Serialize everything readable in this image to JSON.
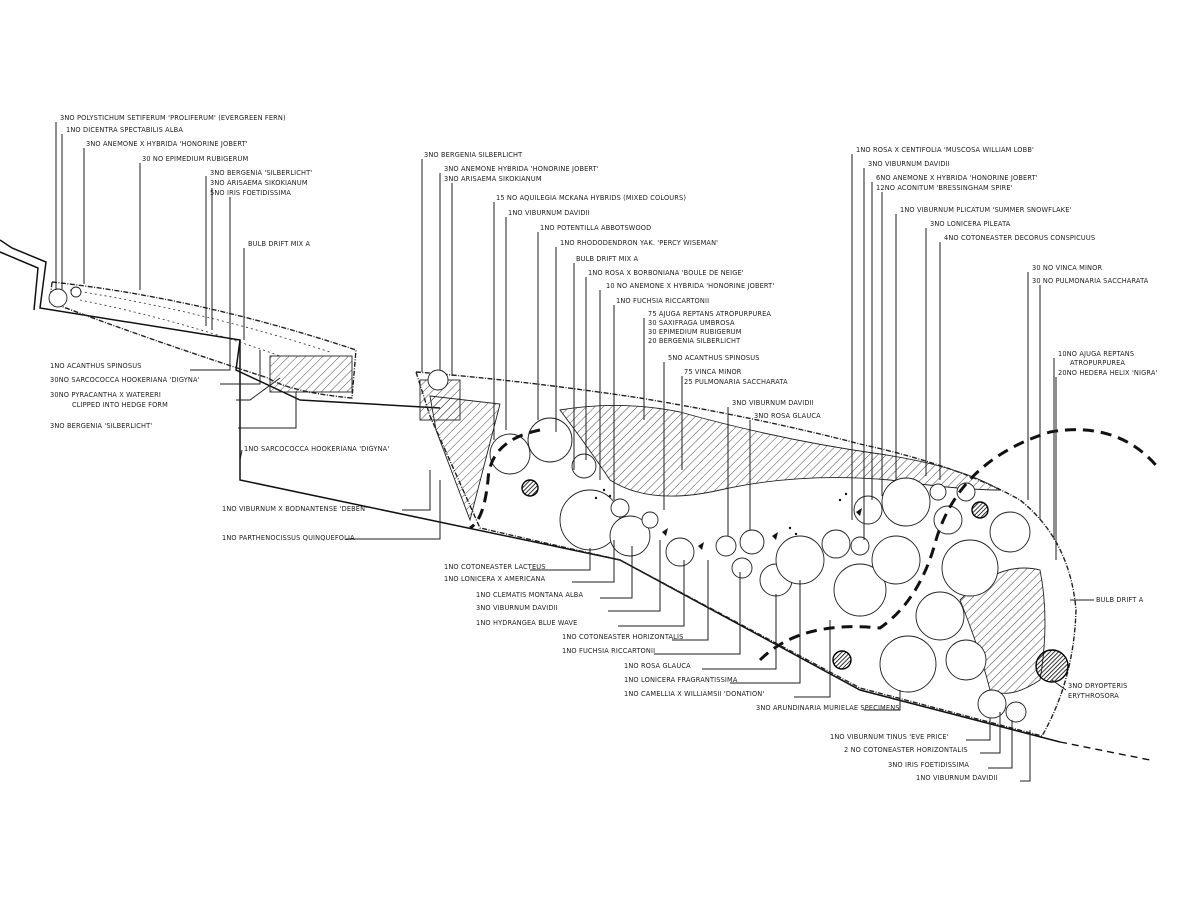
{
  "labels": {
    "a1": "3No Polystichum setiferum 'Proliferum' (Evergreen Fern)",
    "a2": "1No Dicentra spectabilis Alba",
    "a3": "3No Anemone x hybrida 'Honorine Jobert'",
    "a4": "30 No Epimedium rubigerum",
    "a5": "3No Bergenia 'Silberlicht'",
    "a6": "3No Arisaema sikokianum",
    "a7": "5No Iris foetidissima",
    "a8": "Bulb drift mix A",
    "a9": "1No Acanthus spinosus",
    "a10": "30No Sarcococca hookeriana 'Digyna'",
    "a11": "30No Pyracantha x watereri",
    "a11b": "clipped into hedge form",
    "a12": "3No Bergenia 'Silberlicht'",
    "a13": "1No Sarcococca hookeriana 'Digyna'",
    "b1": "3No Bergenia Silberlicht",
    "b2": "3No Anemone hybrida 'Honorine Jobert'",
    "b3": "3No Arisaema sikokianum",
    "b4": "15 No Aquilegia McKana Hybrids (Mixed colours)",
    "b5": "1No Viburnum davidii",
    "b6": "1No Potentilla Abbotswood",
    "b7": "1No Rhododendron yak. 'Percy Wiseman'",
    "b8": "Bulb drift mix A",
    "b9": "1No Rosa x borboniana 'Boule de Neige'",
    "b10": "10 No Anemone x hybrida 'Honorine Jobert'",
    "b11": "1No Fuchsia riccartonii",
    "b12": "75 Ajuga reptans Atropurpurea",
    "b13": "30 Saxifraga umbrosa",
    "b14": "30 Epimedium rubigerum",
    "b15": "20 Bergenia Silberlicht",
    "b16": "5No Acanthus spinosus",
    "b17": "75 Vinca minor",
    "b18": "25 Pulmonaria saccharata",
    "b19": "3No Viburnum davidii",
    "b20": "3No Rosa glauca",
    "c1": "1No Rosa x centifolia 'Muscosa William Lobb'",
    "c2": "3No Viburnum davidii",
    "c3": "6No Anemone x hybrida 'Honorine Jobert'",
    "c4": "12No Aconitum 'Bressingham Spire'",
    "c5": "1No Viburnum plicatum 'Summer Snowflake'",
    "c6": "3No Lonicera pileata",
    "c7": "4No Cotoneaster decorus conspicuus",
    "c8": "30 No Vinca minor",
    "c9": "30 No Pulmonaria saccharata",
    "c10": "10No Ajuga reptans",
    "c10b": "Atropurpurea",
    "c11": "20No Hedera helix 'Nigra'",
    "c12": "Bulb drift A",
    "c13": "3No Dryopteris",
    "c13b": "erythrosora",
    "d1": "1No Viburnum x bodnantense 'Deben'",
    "d2": "1No Parthenocissus quinquefolia",
    "d3": "1No Cotoneaster lacteus",
    "d4": "1No Lonicera x americana",
    "d5": "1No Clematis montana alba",
    "d6": "3No Viburnum davidii",
    "d7": "1No Hydrangea blue wave",
    "d8": "1No Cotoneaster horizontalis",
    "d9": "1No Fuchsia riccartonii",
    "d10": "1No Rosa glauca",
    "d11": "1No Lonicera fragrantissima",
    "d12": "1No Camellia x williamsii 'Donation'",
    "d13": "3No Arundinaria murielae specimens",
    "d14": "1No Viburnum tinus 'Eve Price'",
    "d15": "2 No Cotoneaster horizontalis",
    "d16": "3No Iris foetidissima",
    "d17": "1No Viburnum davidii"
  }
}
